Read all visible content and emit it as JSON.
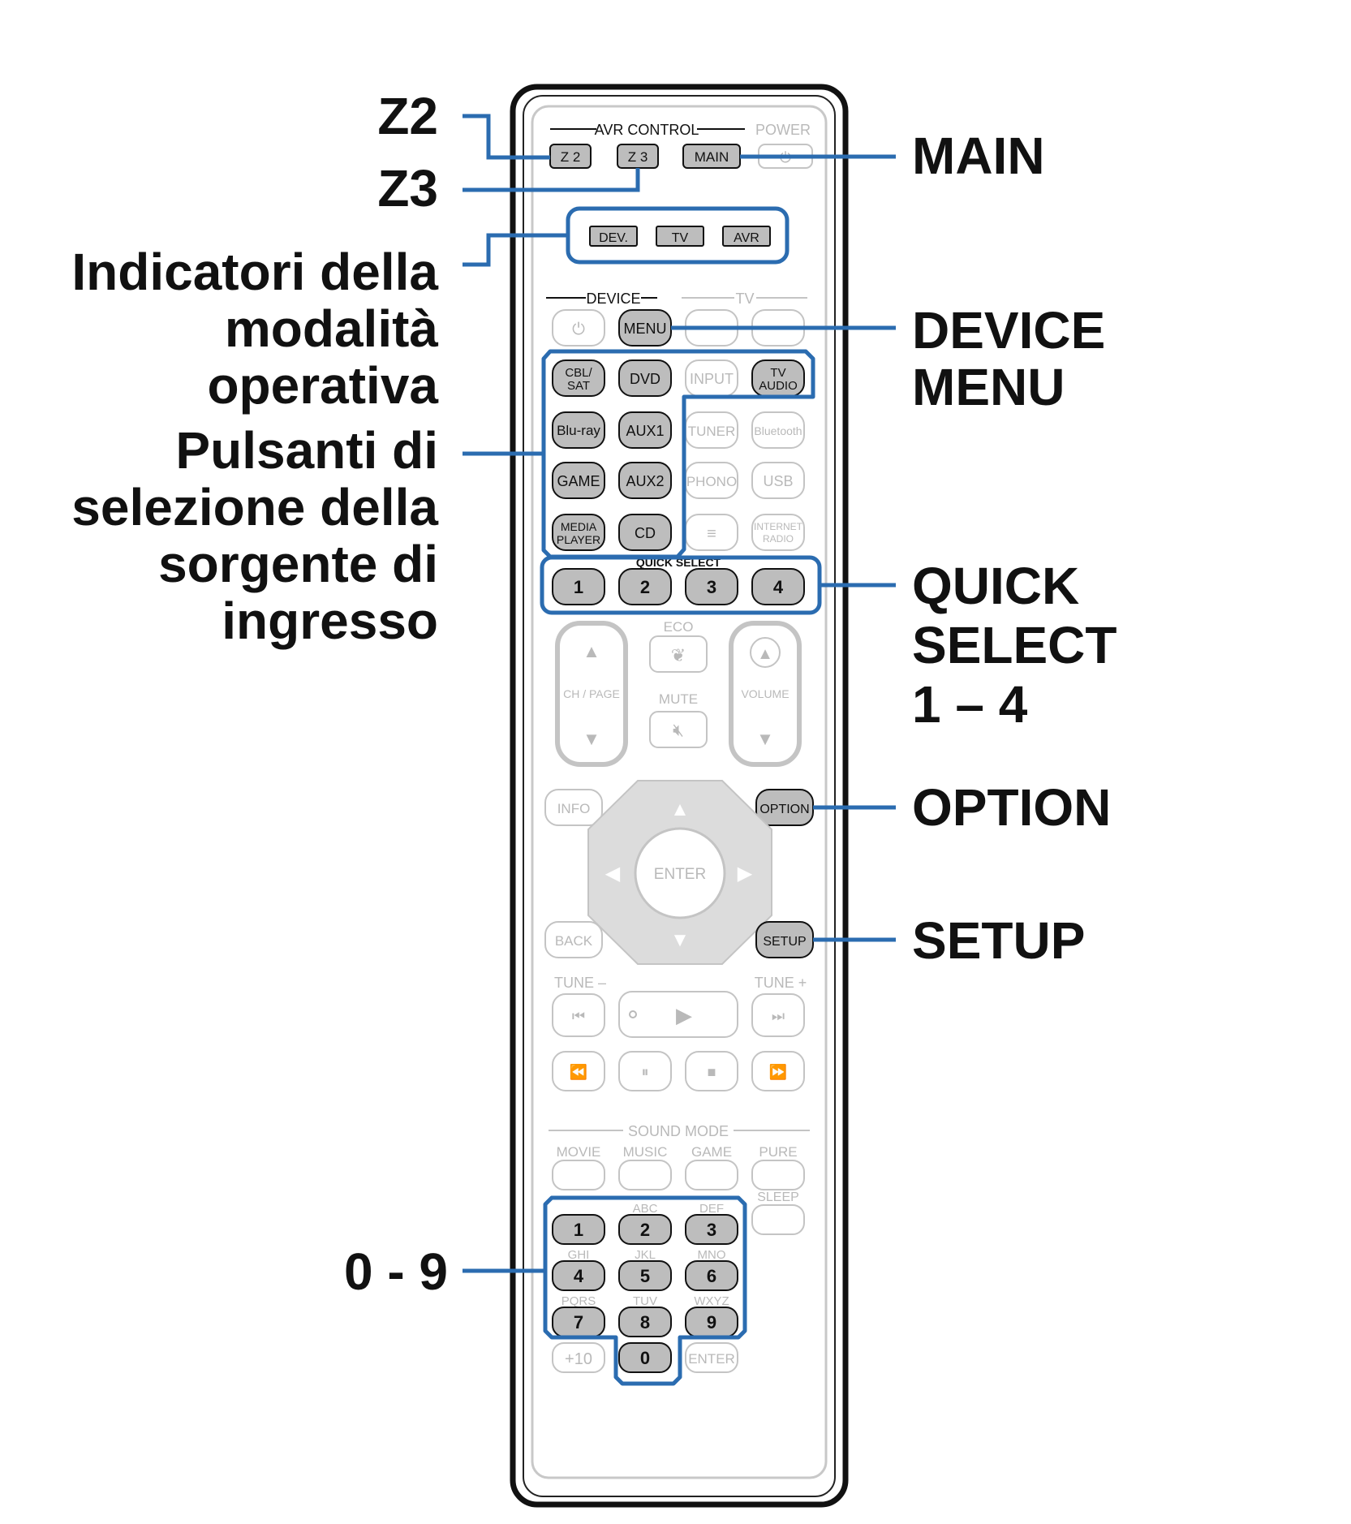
{
  "callouts": {
    "z2": "Z2",
    "z3": "Z3",
    "main": "MAIN",
    "indicators": [
      "Indicatori della",
      "modalità",
      "operativa"
    ],
    "input_select": [
      "Pulsanti di",
      "selezione della",
      "sorgente di",
      "ingresso"
    ],
    "device_menu": [
      "DEVICE",
      "MENU"
    ],
    "quick_select": [
      "QUICK",
      "SELECT",
      "1 – 4"
    ],
    "option": "OPTION",
    "setup": "SETUP",
    "numbers": "0 - 9"
  },
  "remote": {
    "avr_control": "AVR CONTROL",
    "power": "POWER",
    "z2": "Z 2",
    "z3": "Z 3",
    "main": "MAIN",
    "dev": "DEV.",
    "tv": "TV",
    "avr": "AVR",
    "device": "DEVICE",
    "tv_section": "TV",
    "menu": "MENU",
    "cbl_sat": [
      "CBL/",
      "SAT"
    ],
    "dvd": "DVD",
    "input": "INPUT",
    "tv_audio": [
      "TV",
      "AUDIO"
    ],
    "bluray": "Blu-ray",
    "aux1": "AUX1",
    "tuner": "TUNER",
    "bluetooth": "Bluetooth",
    "game": "GAME",
    "aux2": "AUX2",
    "phono": "PHONO",
    "usb": "USB",
    "media_player": [
      "MEDIA",
      "PLAYER"
    ],
    "cd": "CD",
    "internet_radio": [
      "INTERNET",
      "RADIO"
    ],
    "quick_select_label": "QUICK SELECT",
    "quick": [
      "1",
      "2",
      "3",
      "4"
    ],
    "eco": "ECO",
    "ch_page": "CH / PAGE",
    "mute": "MUTE",
    "volume": "VOLUME",
    "info": "INFO",
    "option": "OPTION",
    "enter": "ENTER",
    "back": "BACK",
    "setup": "SETUP",
    "tune_minus": "TUNE –",
    "tune_plus": "TUNE +",
    "sound_mode": "SOUND MODE",
    "movie": "MOVIE",
    "music": "MUSIC",
    "game_mode": "GAME",
    "pure": "PURE",
    "sleep": "SLEEP",
    "keys": [
      {
        "digit": "1",
        "letters": ""
      },
      {
        "digit": "2",
        "letters": "ABC"
      },
      {
        "digit": "3",
        "letters": "DEF"
      },
      {
        "digit": "4",
        "letters": "GHI"
      },
      {
        "digit": "5",
        "letters": "JKL"
      },
      {
        "digit": "6",
        "letters": "MNO"
      },
      {
        "digit": "7",
        "letters": "PQRS"
      },
      {
        "digit": "8",
        "letters": "TUV"
      },
      {
        "digit": "9",
        "letters": "WXYZ"
      }
    ],
    "plus10": "+10",
    "zero": "0",
    "enter2": "ENTER"
  },
  "colors": {
    "callout_line": "#2b6cb0",
    "highlight_button": "#bdbdbd",
    "ghost": "#c4c4c4"
  }
}
